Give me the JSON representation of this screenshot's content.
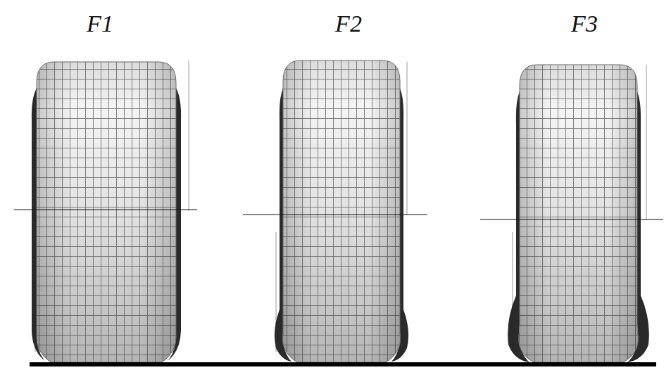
{
  "diagram": {
    "labels": [
      "F1",
      "F2",
      "F3"
    ]
  }
}
